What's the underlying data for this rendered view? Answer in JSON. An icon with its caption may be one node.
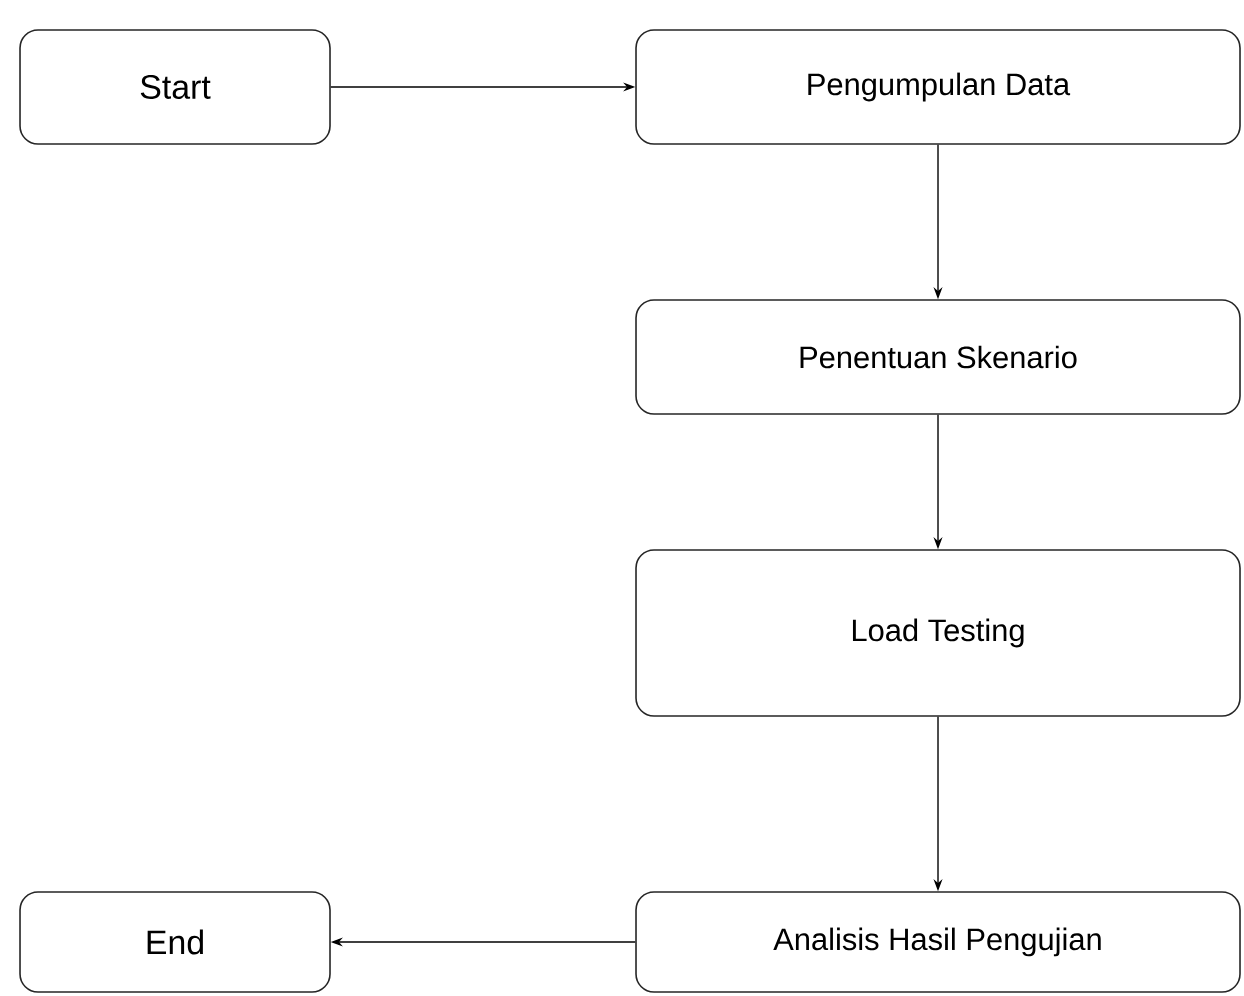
{
  "diagram": {
    "nodes": [
      {
        "text": [
          "Start"
        ]
      },
      {
        "text": [
          "Pengumpulan Data"
        ]
      },
      {
        "text": [
          "Penentuan Skenario"
        ]
      },
      {
        "text": [
          "Load Testing"
        ]
      },
      {
        "text": [
          "Analisis Hasil Pengujian"
        ]
      },
      {
        "text": [
          "End"
        ]
      }
    ],
    "edges": [
      {
        "from": 0,
        "to": 1,
        "arrow": "to"
      },
      {
        "from": 1,
        "to": 2,
        "arrow": "to"
      },
      {
        "from": 2,
        "to": 3,
        "arrow": "to"
      },
      {
        "from": 3,
        "to": 4,
        "arrow": "to"
      },
      {
        "from": 4,
        "to": 5,
        "arrow": "to"
      }
    ]
  }
}
